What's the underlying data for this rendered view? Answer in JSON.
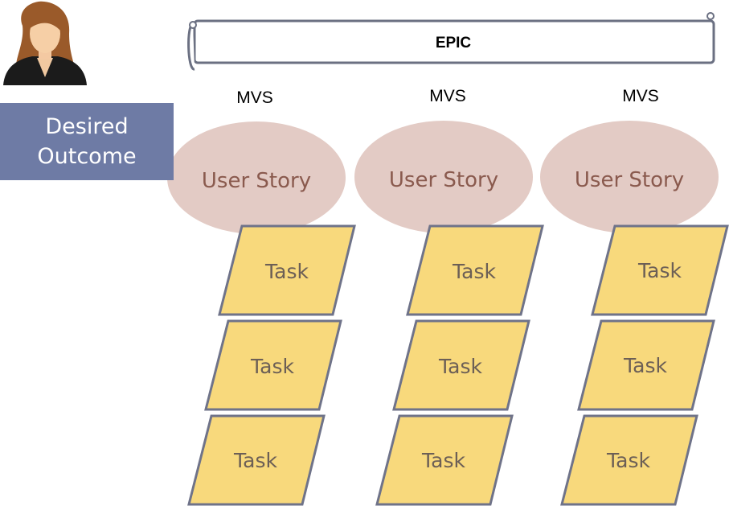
{
  "outcome": {
    "line1": "Desired",
    "line2": "Outcome"
  },
  "epic": {
    "label": "EPIC"
  },
  "columns": [
    {
      "mvs": "MVS",
      "story": "User Story",
      "tasks": [
        "Task",
        "Task",
        "Task"
      ]
    },
    {
      "mvs": "MVS",
      "story": "User Story",
      "tasks": [
        "Task",
        "Task",
        "Task"
      ]
    },
    {
      "mvs": "MVS",
      "story": "User Story",
      "tasks": [
        "Task",
        "Task",
        "Task"
      ]
    }
  ],
  "colors": {
    "outcome_fill": "#6e7ba5",
    "story_fill": "#e3cbc5",
    "story_text": "#8a5a4e",
    "task_fill": "#f8d97c",
    "task_stroke": "#6f7389",
    "task_text": "#6c5f56",
    "epic_stroke": "#6b7082"
  }
}
